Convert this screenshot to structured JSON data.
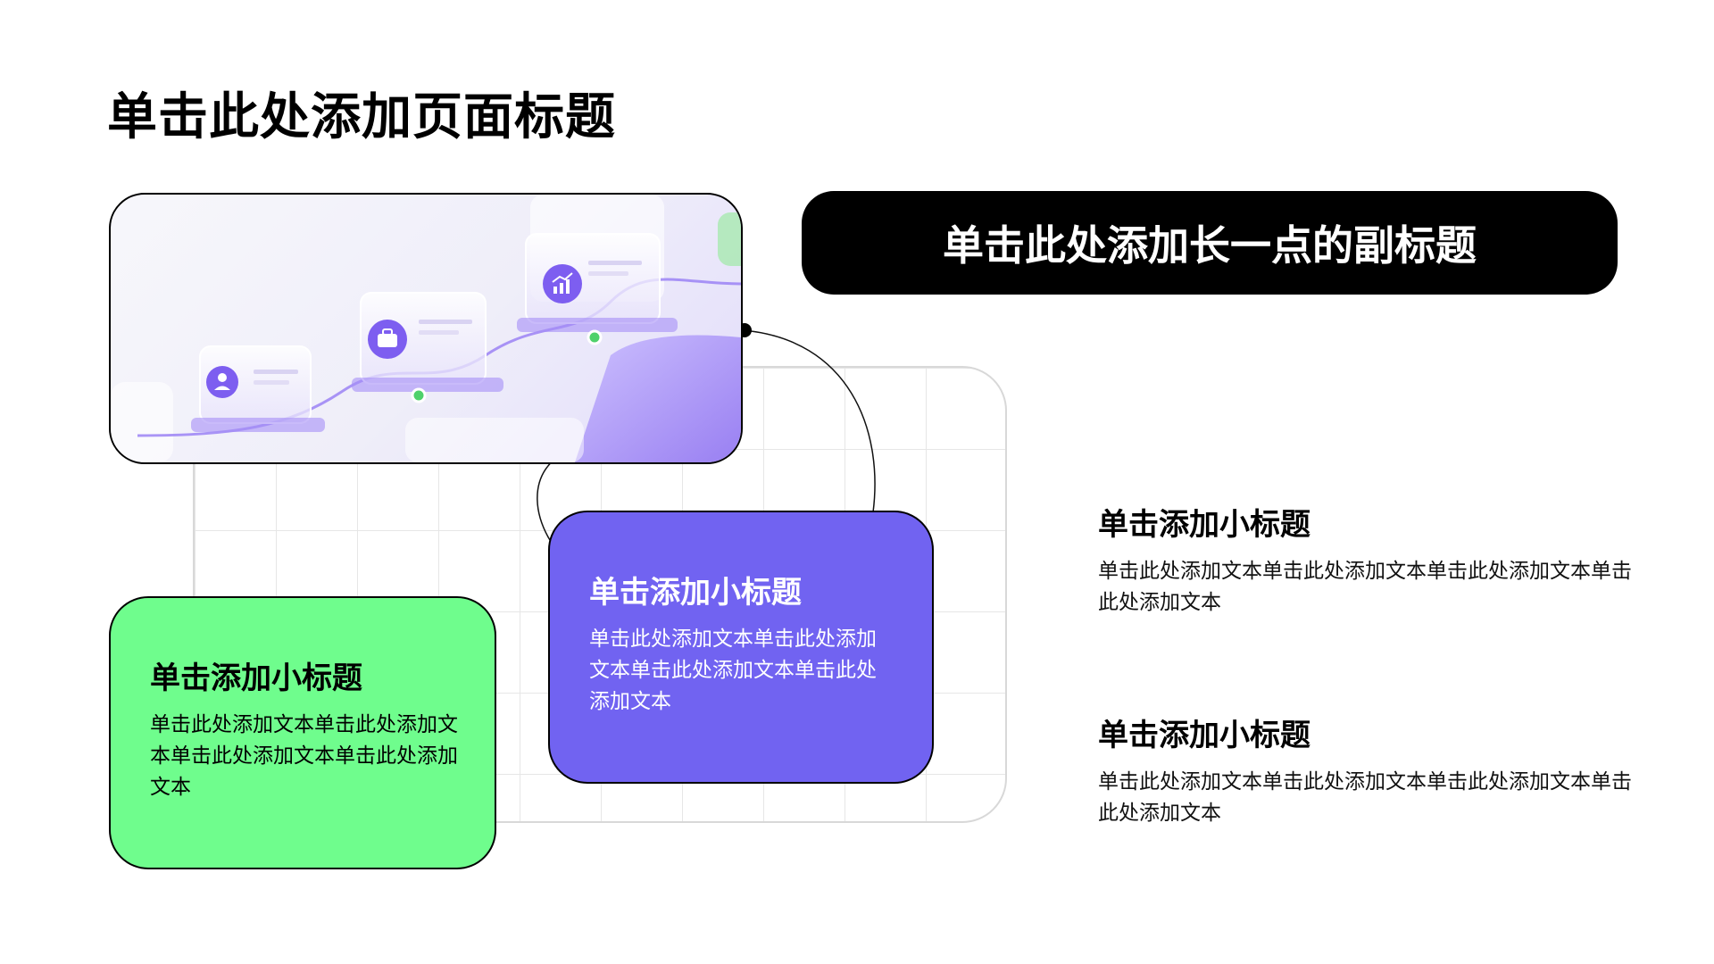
{
  "page": {
    "title": "单击此处添加页面标题",
    "subtitle": "单击此处添加长一点的副标题"
  },
  "cards": {
    "green": {
      "title": "单击添加小标题",
      "body": "单击此处添加文本单击此处添加文本单击此处添加文本单击此处添加文本"
    },
    "purple": {
      "title": "单击添加小标题",
      "body": "单击此处添加文本单击此处添加文本单击此处添加文本单击此处添加文本"
    }
  },
  "side": [
    {
      "title": "单击添加小标题",
      "body": "单击此处添加文本单击此处添加文本单击此处添加文本单击此处添加文本"
    },
    {
      "title": "单击添加小标题",
      "body": "单击此处添加文本单击此处添加文本单击此处添加文本单击此处添加文本"
    }
  ],
  "image_icons": [
    "user-icon",
    "briefcase-icon",
    "bar-chart-icon"
  ],
  "colors": {
    "green": "#6ffd8d",
    "purple": "#7163f1",
    "black": "#000000",
    "grid": "#e6e6e6"
  }
}
